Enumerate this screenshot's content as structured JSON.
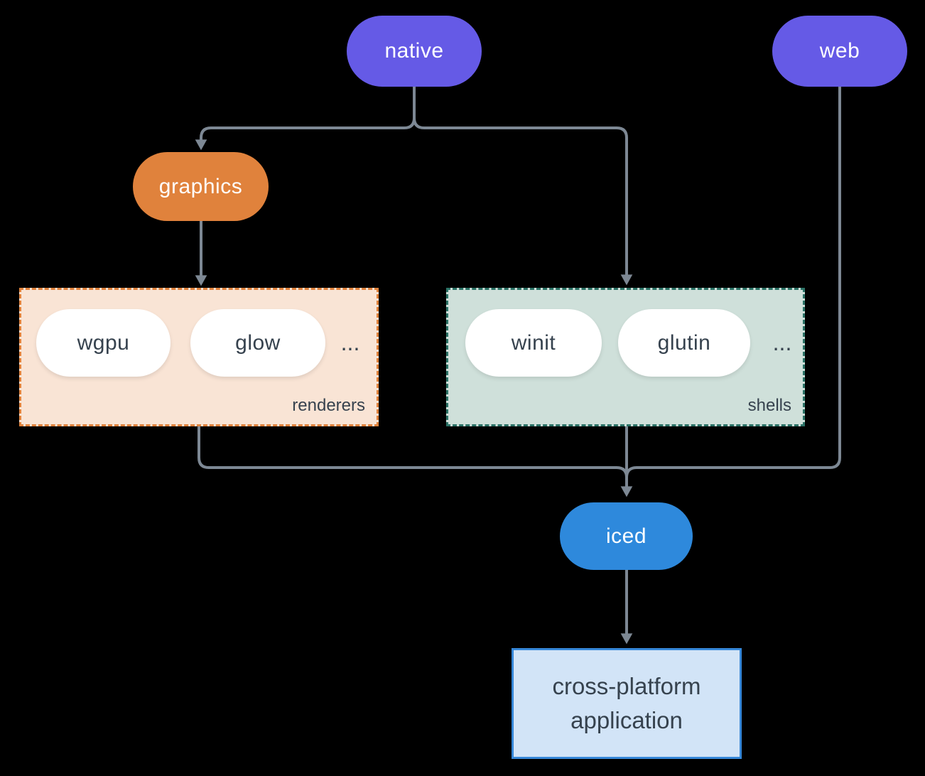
{
  "nodes": {
    "native": "native",
    "web": "web",
    "graphics": "graphics",
    "iced": "iced",
    "app_line1": "cross-platform",
    "app_line2": "application"
  },
  "groups": {
    "renderers": {
      "label": "renderers",
      "items": [
        "wgpu",
        "glow"
      ],
      "more": "..."
    },
    "shells": {
      "label": "shells",
      "items": [
        "winit",
        "glutin"
      ],
      "more": "..."
    }
  },
  "colors": {
    "platform_pill": "#655ae6",
    "graphics_pill": "#e0823c",
    "iced_pill": "#2e89dc",
    "inner_pill": "#ffffff",
    "renderers_bg": "#f9e4d5",
    "renderers_border": "#e0823c",
    "shells_bg": "#cfe0da",
    "shells_border": "#2b7266",
    "app_bg": "#d2e4f7",
    "app_border": "#3687d8",
    "connector": "#7d8894",
    "dark_text": "#36424e",
    "pill_text": "#ffffff",
    "background": "#000000"
  }
}
